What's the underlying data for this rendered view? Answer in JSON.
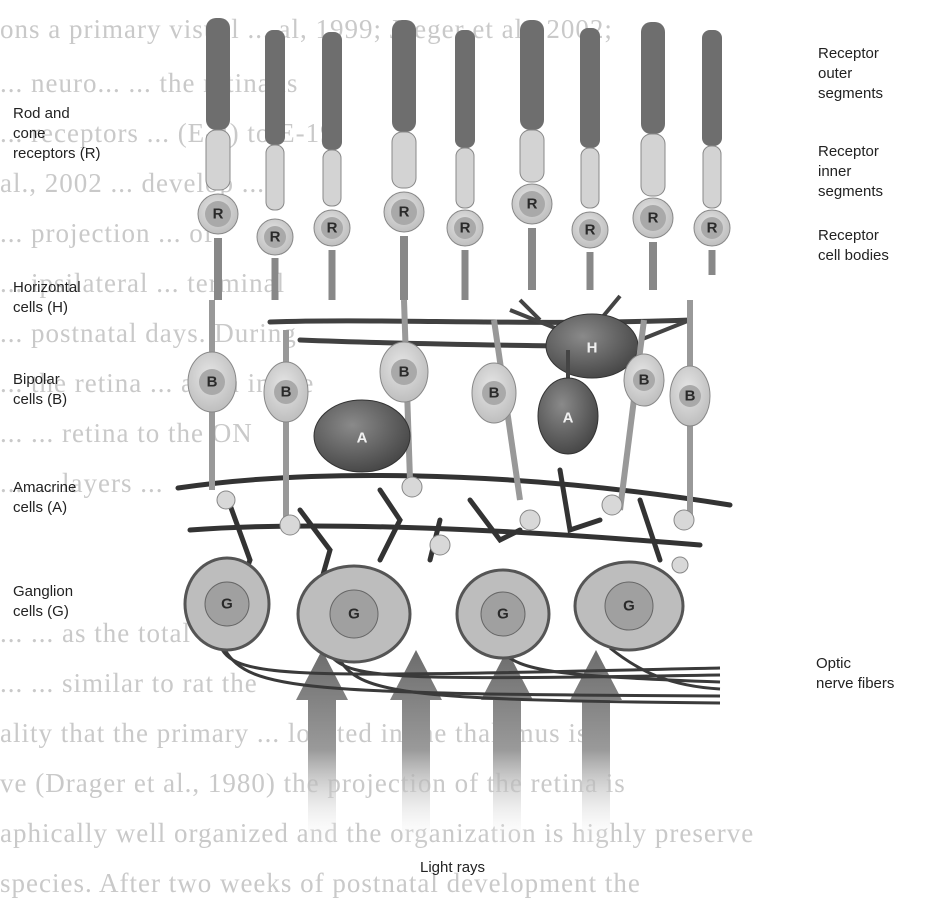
{
  "labels_left": {
    "rod_cone": [
      "Rod and",
      "cone",
      "receptors (R)"
    ],
    "horizontal": [
      "Horizontal",
      "cells (H)"
    ],
    "bipolar": [
      "Bipolar",
      "cells (B)"
    ],
    "amacrine": [
      "Amacrine",
      "cells (A)"
    ],
    "ganglion": [
      "Ganglion",
      "cells (G)"
    ]
  },
  "labels_right": {
    "outer": [
      "Receptor",
      "outer",
      "segments"
    ],
    "inner": [
      "Receptor",
      "inner",
      "segments"
    ],
    "bodies": [
      "Receptor",
      "cell bodies"
    ],
    "optic": [
      "Optic",
      "nerve fibers"
    ]
  },
  "light_label": "Light rays",
  "cell_letters": {
    "receptor": "R",
    "horizontal": "H",
    "bipolar": "B",
    "amacrine": "A",
    "ganglion": "G"
  },
  "colors": {
    "cell_fill": "#cfcfcf",
    "nucleus_fill": "#a9a9a9",
    "dark_cell": "#555555",
    "outer_segment": "#6e6e6e",
    "fiber": "#3d3d3d",
    "light_ray": "#8a8a8a"
  }
}
